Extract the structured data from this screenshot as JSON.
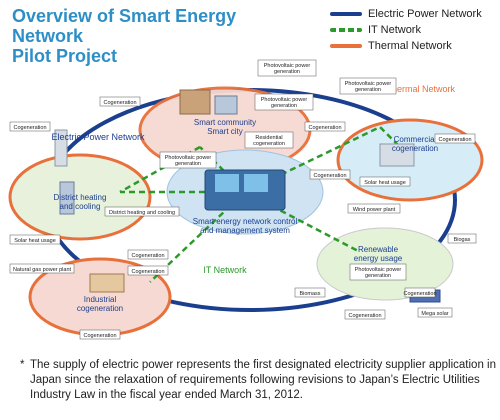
{
  "title_line1": "Overview of Smart Energy Network",
  "title_line2": "Pilot Project",
  "legend": [
    {
      "label": "Electric Power Network",
      "color": "#1b3f8f",
      "style": "solid"
    },
    {
      "label": "IT Network",
      "color": "#2a9a2a",
      "style": "dashed"
    },
    {
      "label": "Thermal Network",
      "color": "#e8703a",
      "style": "solid"
    }
  ],
  "diagram": {
    "thermal_network_label": "Thermal Network",
    "electric_network_label": "Electric Power Network",
    "it_network_label": "IT Network",
    "control_system_label_1": "Smart energy network control",
    "control_system_label_2": "and management system",
    "areas": {
      "smart_community": [
        "Smart community",
        "Smart city"
      ],
      "commercial": [
        "Commercial",
        "cogeneration"
      ],
      "district_heating": [
        "District heating",
        "and cooling"
      ],
      "industrial": [
        "Industrial",
        "cogeneration"
      ],
      "renewable": [
        "Renewable",
        "energy usage"
      ]
    },
    "tags": {
      "cogeneration": "Cogeneration",
      "pv": [
        "Photovoltaic power",
        "generation"
      ],
      "residential": [
        "Residential",
        "cogeneration"
      ],
      "district_tag": "District heating and cooling",
      "solar_heat": "Solar heat usage",
      "natural_gas": "Natural gas power plant",
      "wind": "Wind power plant",
      "biogas": "Biogas",
      "biomass": "Biomass",
      "mega_solar": "Mega solar"
    }
  },
  "footnote_star": "*",
  "footnote": "The supply of electric power represents the first designated electricity supplier application in Japan since the relaxation of requirements following revisions to Japan’s Electric Utilities Industry Law in the fiscal year ended March 31, 2012."
}
